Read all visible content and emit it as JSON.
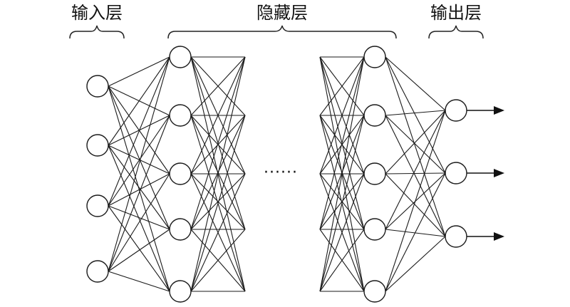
{
  "labels": {
    "input_layer": "输入层",
    "hidden_layer": "隐藏层",
    "output_layer": "输出层",
    "ellipsis": "······"
  },
  "network": {
    "input_nodes": 4,
    "hidden_block_a_nodes": 5,
    "hidden_block_b_nodes": 5,
    "output_nodes": 3,
    "output_arrows": 3,
    "connectivity": "fully-connected"
  }
}
